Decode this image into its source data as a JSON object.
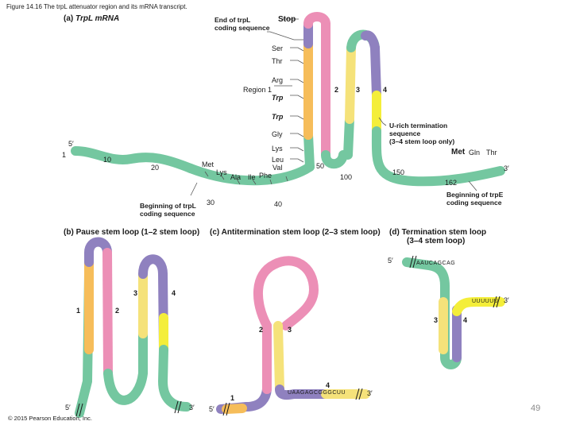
{
  "caption": "Figure 14.16 The trpL attenuator region and its mRNA transcript.",
  "panel_a": {
    "letter": "(a)",
    "title": "TrpL mRNA"
  },
  "panel_b": {
    "letter": "(b)",
    "title": "Pause stem loop (1–2 stem loop)"
  },
  "panel_c": {
    "letter": "(c)",
    "title": "Antitermination stem loop (2–3 stem loop)"
  },
  "panel_d": {
    "letter": "(d)",
    "title": "Termination stem loop",
    "subtitle": "(3–4 stem loop)"
  },
  "labels": {
    "end_trpl_1": "End of trpL",
    "end_trpl_2": "coding sequence",
    "stop": "Stop",
    "region1": "Region 1",
    "u_rich_1": "U-rich termination",
    "u_rich_2": "sequence",
    "u_rich_3": "(3–4 stem loop only)",
    "begin_trpl_1": "Beginning of trpL",
    "begin_trpl_2": "coding sequence",
    "begin_trpe_1": "Beginning of trpE",
    "begin_trpe_2": "coding sequence"
  },
  "amino_acids_left": [
    "Ser",
    "Thr",
    "Arg",
    "Trp",
    "Trp",
    "Gly",
    "Lys",
    "Leu"
  ],
  "amino_acids_bottom": [
    "Met",
    "Lys",
    "Ala",
    "Ile",
    "Phe",
    "Val"
  ],
  "trpe_codons": [
    "Met",
    "Gln",
    "Thr"
  ],
  "positions": [
    "1",
    "10",
    "20",
    "30",
    "40",
    "50",
    "100",
    "150",
    "162"
  ],
  "region_numbers": [
    "2",
    "3",
    "4"
  ],
  "ends": {
    "five": "5′",
    "three": "3′"
  },
  "panel_b_regions": [
    "1",
    "2",
    "3",
    "4"
  ],
  "panel_c_regions": [
    "1",
    "2",
    "3",
    "4"
  ],
  "panel_d_regions": [
    "3",
    "4"
  ],
  "panel_c_seq": "UAAGAGCGGGCUU",
  "panel_d_top_seq": "AAUCAGCAG",
  "panel_d_right_seq": "UUUUUU",
  "page_number": "49",
  "copyright": "© 2015 Pearson Education, Inc.",
  "colors": {
    "green": "#74c7a0",
    "pink": "#ec8fb6",
    "yellow": "#f5e27a",
    "orange": "#f6bd5a",
    "purple": "#8f81bf",
    "bright_yellow": "#f4ee3a"
  }
}
